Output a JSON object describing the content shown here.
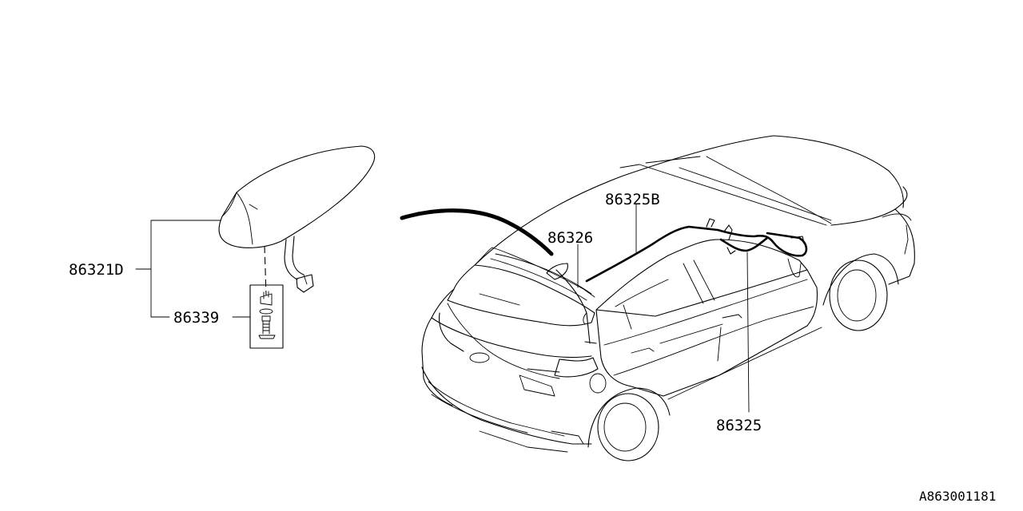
{
  "labels": {
    "antenna_assembly": "86321D",
    "mount_kit": "86339",
    "cable_86326": "86326",
    "cable_86325b": "86325B",
    "cable_86325": "86325"
  },
  "diagram_code": "A863001181"
}
